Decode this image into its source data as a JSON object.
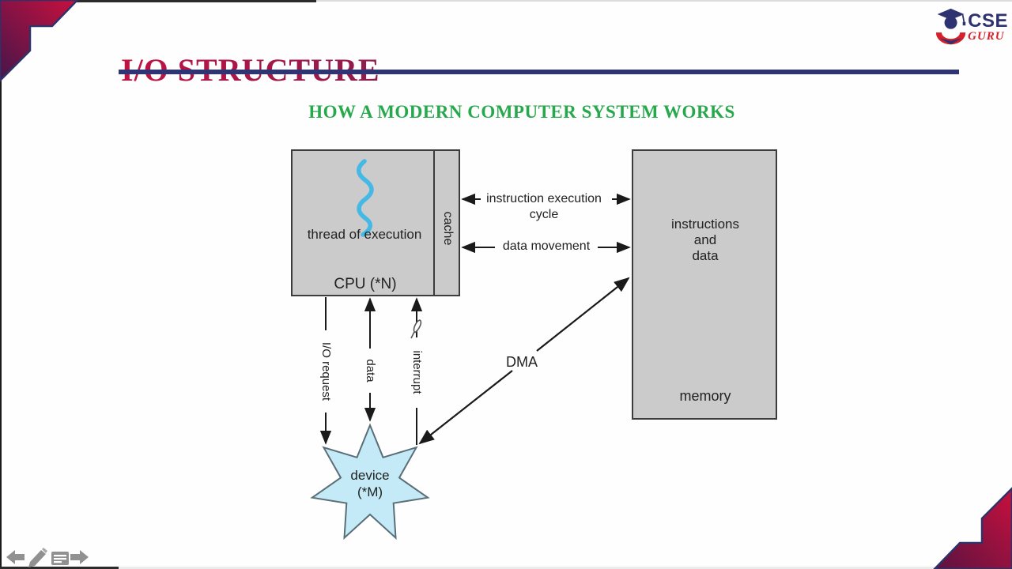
{
  "slide": {
    "title": "I/O STRUCTURE",
    "subtitle": "HOW A MODERN COMPUTER SYSTEM WORKS"
  },
  "logo": {
    "brand_top": "CSE",
    "brand_bottom": "GURU"
  },
  "diagram": {
    "cpu": {
      "thread_label": "thread of execution",
      "box_label": "CPU (*N)",
      "cache_label": "cache"
    },
    "memory": {
      "content_line1": "instructions",
      "content_line2": "and",
      "content_line3": "data",
      "box_label": "memory"
    },
    "device": {
      "line1": "device",
      "line2": "(*M)"
    },
    "arrows": {
      "instruction_cycle_line1": "instruction execution",
      "instruction_cycle_line2": "cycle",
      "data_movement": "data movement",
      "io_request": "I/O request",
      "data": "data",
      "interrupt": "interrupt",
      "dma": "DMA"
    }
  },
  "colors": {
    "title_crimson": "#a8174a",
    "underline_navy": "#2f3474",
    "subtitle_green": "#27a84d",
    "box_gray": "#cbcbcb",
    "box_border": "#3c3c3c",
    "thread_cyan": "#45b9e6",
    "device_blue": "#c3eaf6",
    "device_border": "#5a6e78",
    "corner_red": "#c8103e",
    "corner_purple": "#45164a",
    "logo_navy": "#2e3270",
    "logo_red": "#d6202a",
    "nav_gray": "#919191"
  }
}
